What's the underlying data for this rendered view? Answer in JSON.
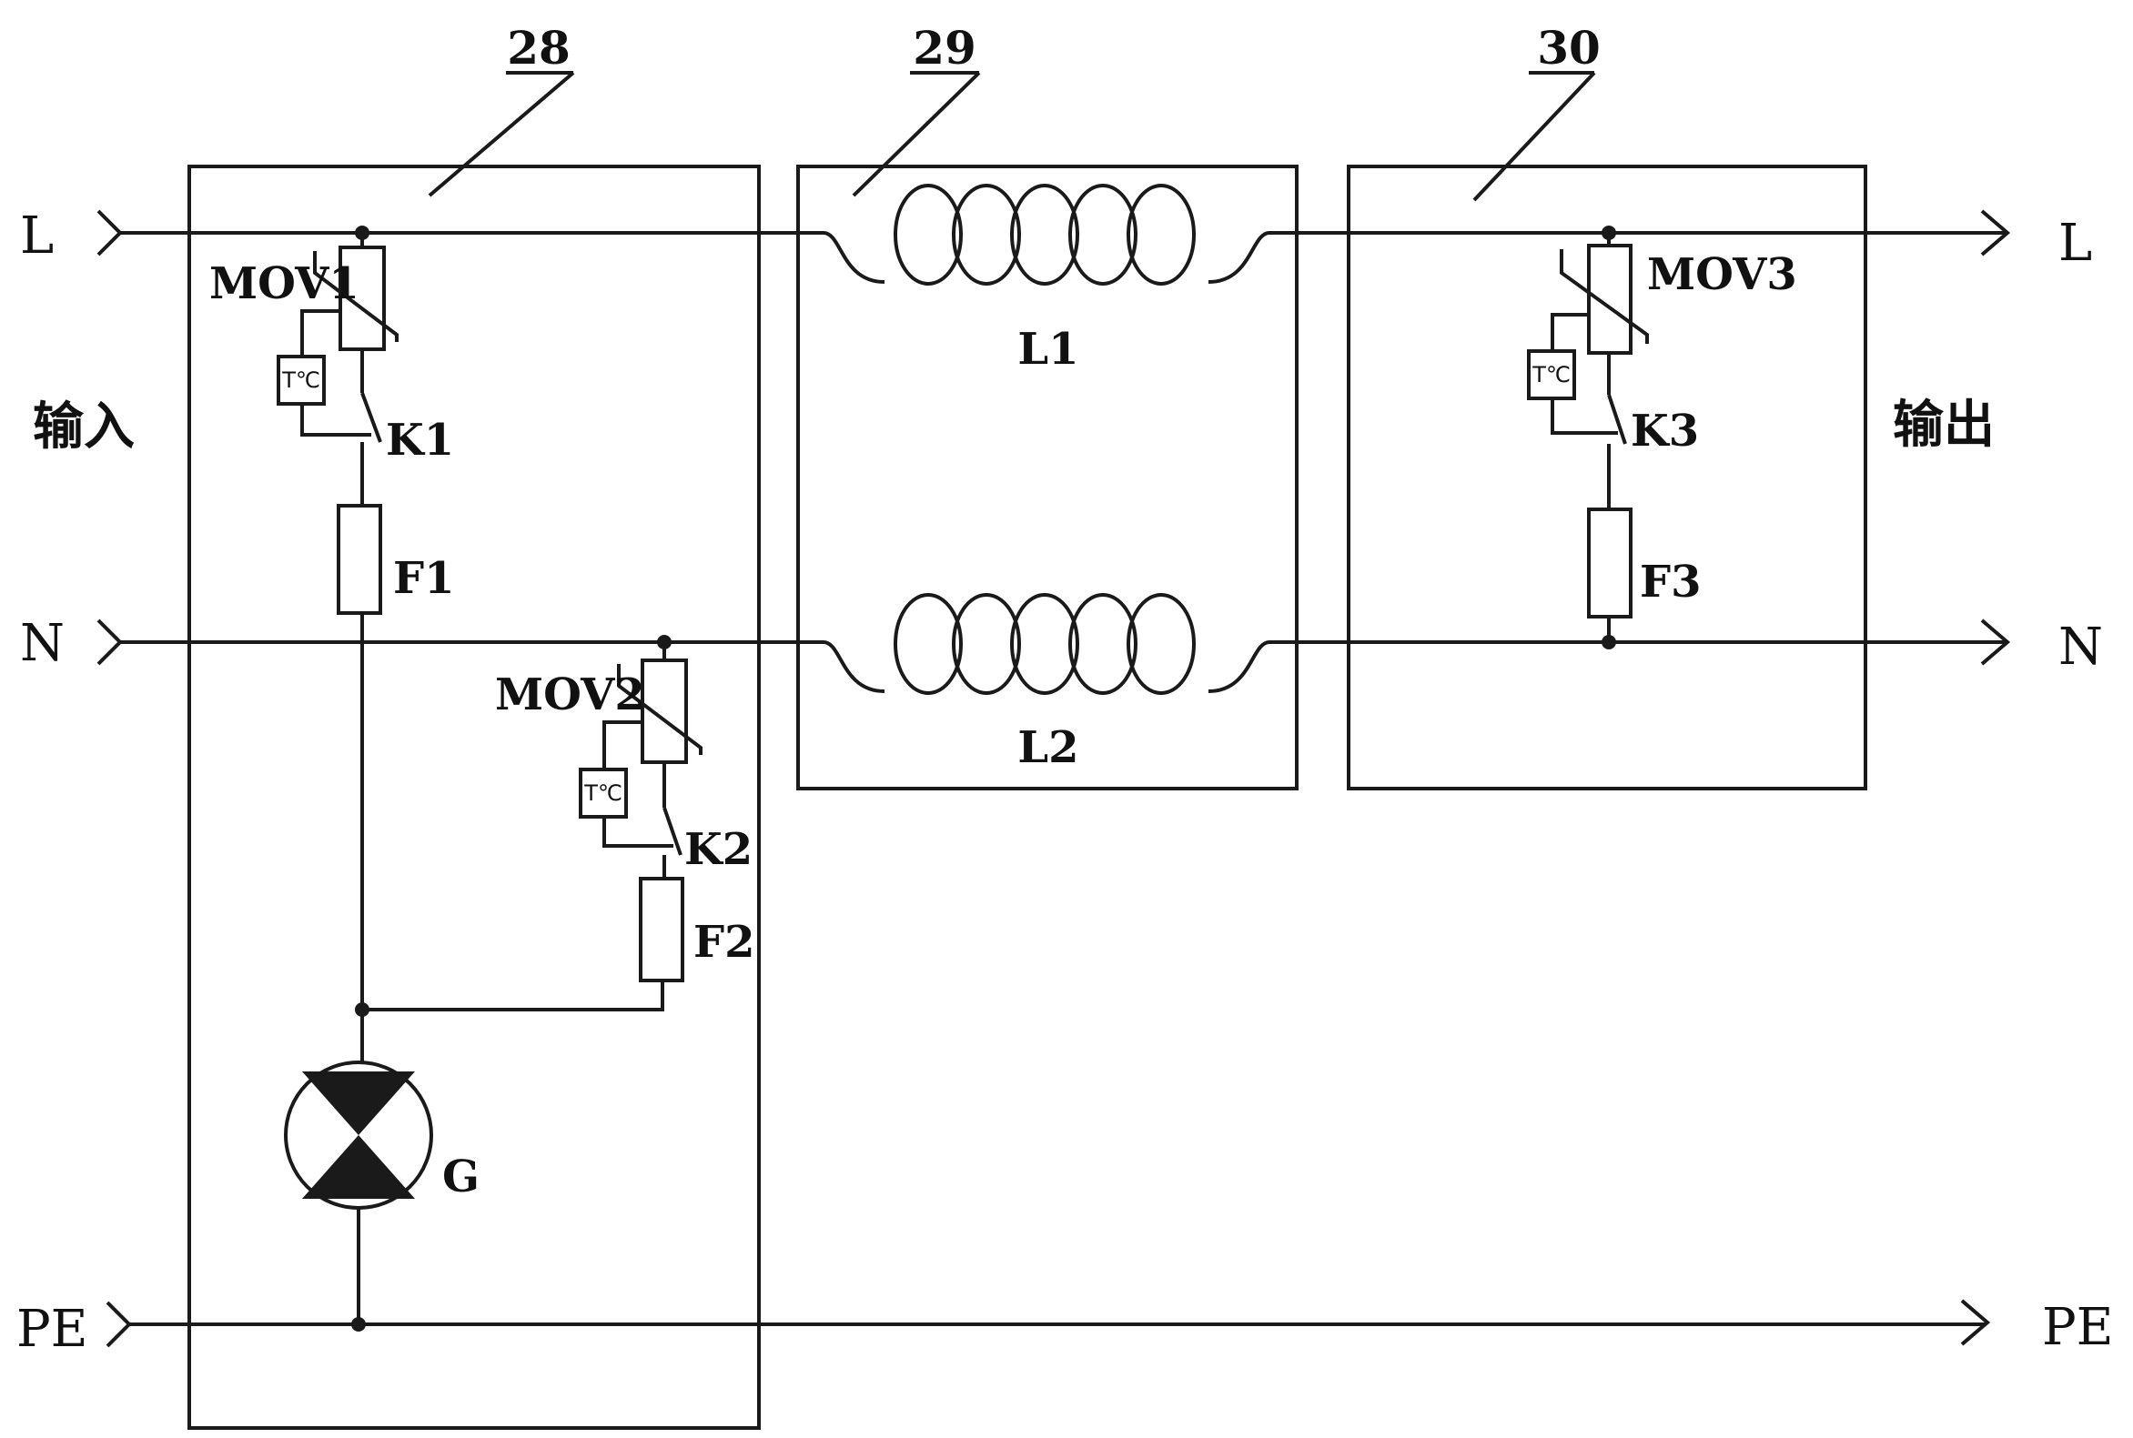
{
  "boxes": {
    "box28": "28",
    "box29": "29",
    "box30": "30"
  },
  "input": {
    "side_label": "输入",
    "ports": [
      "L",
      "N",
      "PE"
    ]
  },
  "output": {
    "side_label": "输出",
    "ports": [
      "L",
      "N",
      "PE"
    ]
  },
  "components": {
    "mov1": "MOV1",
    "mov2": "MOV2",
    "mov3": "MOV3",
    "k1": "K1",
    "k2": "K2",
    "k3": "K3",
    "f1": "F1",
    "f2": "F2",
    "f3": "F3",
    "l1": "L1",
    "l2": "L2",
    "g": "G",
    "thermal": "T℃"
  },
  "icons": [
    "arrow-icon",
    "varistor-icon",
    "thermal-switch-icon",
    "fuse-icon",
    "inductor-coil-icon",
    "gas-discharge-tube-icon"
  ]
}
